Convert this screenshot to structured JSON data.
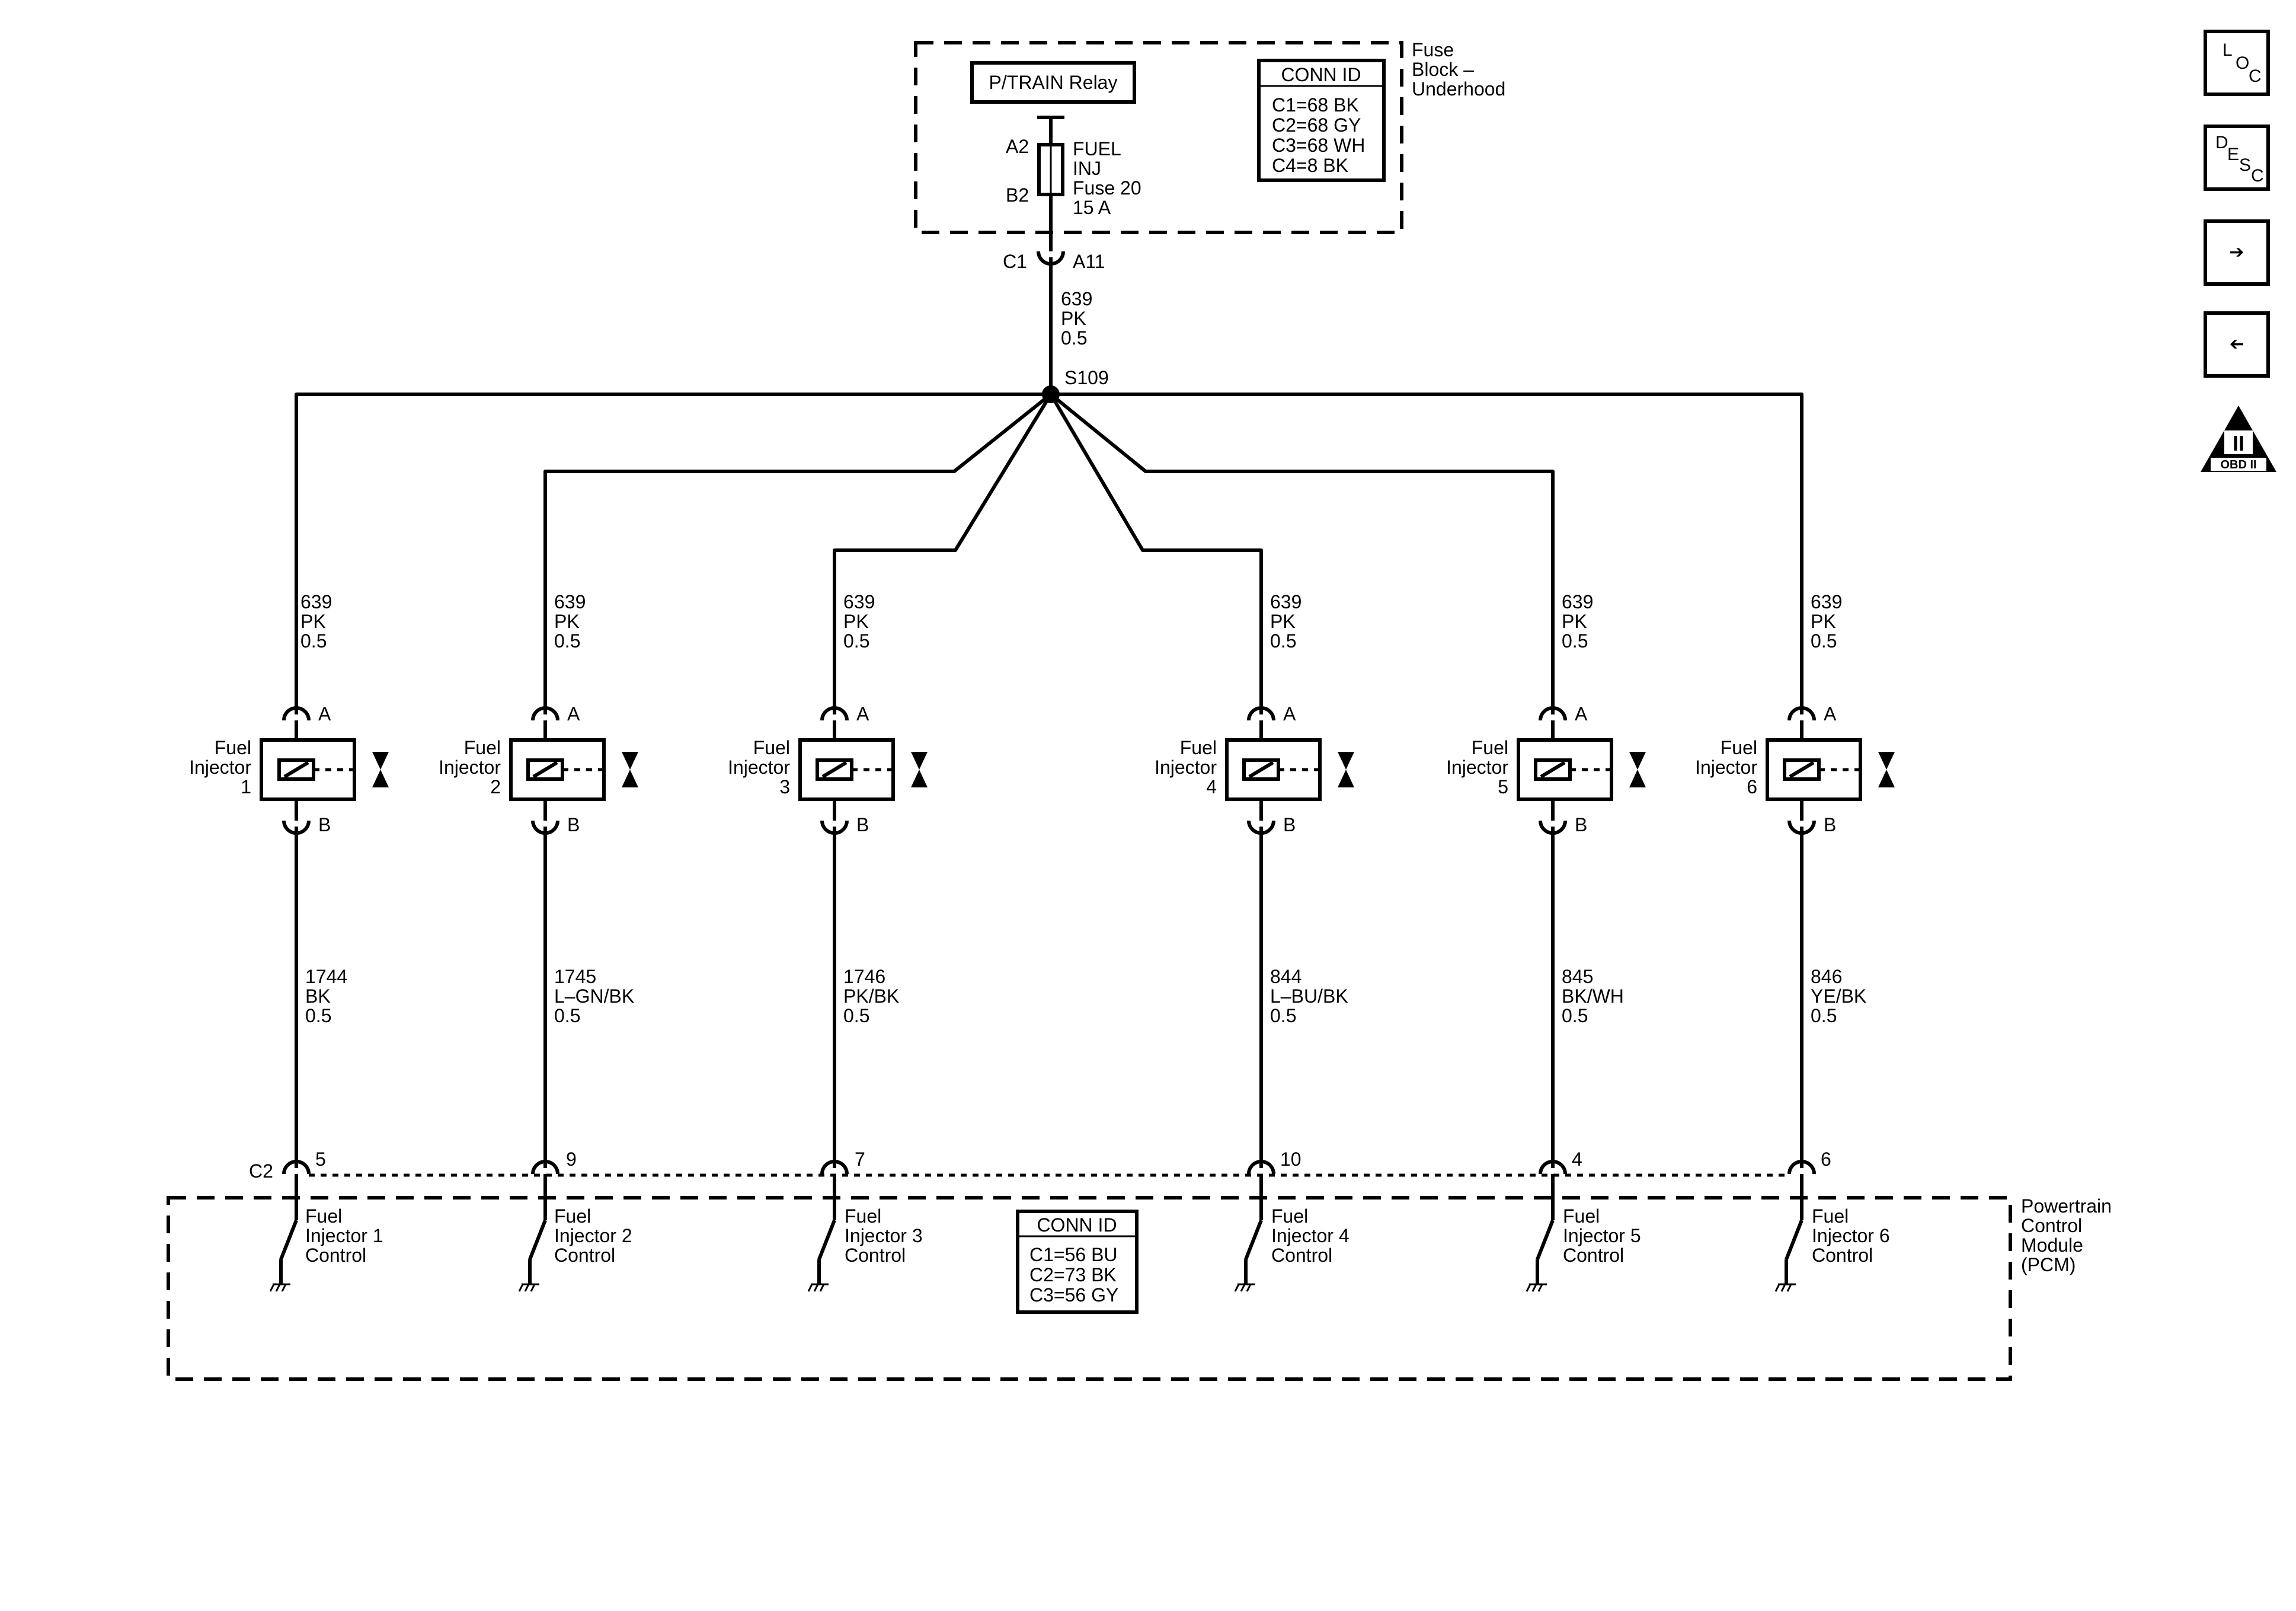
{
  "fuse_block": {
    "label": [
      "Fuse",
      "Block –",
      "Underhood"
    ],
    "relay": "P/TRAIN Relay",
    "fuse_top_terminal": "A2",
    "fuse_bottom_terminal": "B2",
    "fuse_label": [
      "FUEL",
      "INJ",
      "Fuse 20",
      "15 A"
    ],
    "conn_id_title": "CONN ID",
    "conn_ids": [
      "C1=68 BK",
      "C2=68 GY",
      "C3=68 WH",
      "C4=8 BK"
    ],
    "connector": "C1",
    "pin": "A11"
  },
  "feed_wire": [
    "639",
    "PK",
    "0.5"
  ],
  "splice": "S109",
  "injectors": [
    {
      "name": [
        "Fuel",
        "Injector",
        "1"
      ],
      "pin_a": "A",
      "pin_b": "B",
      "supply_wire": [
        "639",
        "PK",
        "0.5"
      ],
      "control_wire": [
        "1744",
        "BK",
        "0.5"
      ],
      "pcm_pin": "5",
      "pcm_label": [
        "Fuel",
        "Injector 1",
        "Control"
      ]
    },
    {
      "name": [
        "Fuel",
        "Injector",
        "2"
      ],
      "pin_a": "A",
      "pin_b": "B",
      "supply_wire": [
        "639",
        "PK",
        "0.5"
      ],
      "control_wire": [
        "1745",
        "L–GN/BK",
        "0.5"
      ],
      "pcm_pin": "9",
      "pcm_label": [
        "Fuel",
        "Injector 2",
        "Control"
      ]
    },
    {
      "name": [
        "Fuel",
        "Injector",
        "3"
      ],
      "pin_a": "A",
      "pin_b": "B",
      "supply_wire": [
        "639",
        "PK",
        "0.5"
      ],
      "control_wire": [
        "1746",
        "PK/BK",
        "0.5"
      ],
      "pcm_pin": "7",
      "pcm_label": [
        "Fuel",
        "Injector 3",
        "Control"
      ]
    },
    {
      "name": [
        "Fuel",
        "Injector",
        "4"
      ],
      "pin_a": "A",
      "pin_b": "B",
      "supply_wire": [
        "639",
        "PK",
        "0.5"
      ],
      "control_wire": [
        "844",
        "L–BU/BK",
        "0.5"
      ],
      "pcm_pin": "10",
      "pcm_label": [
        "Fuel",
        "Injector 4",
        "Control"
      ]
    },
    {
      "name": [
        "Fuel",
        "Injector",
        "5"
      ],
      "pin_a": "A",
      "pin_b": "B",
      "supply_wire": [
        "639",
        "PK",
        "0.5"
      ],
      "control_wire": [
        "845",
        "BK/WH",
        "0.5"
      ],
      "pcm_pin": "4",
      "pcm_label": [
        "Fuel",
        "Injector 5",
        "Control"
      ]
    },
    {
      "name": [
        "Fuel",
        "Injector",
        "6"
      ],
      "pin_a": "A",
      "pin_b": "B",
      "supply_wire": [
        "639",
        "PK",
        "0.5"
      ],
      "control_wire": [
        "846",
        "YE/BK",
        "0.5"
      ],
      "pcm_pin": "6",
      "pcm_label": [
        "Fuel",
        "Injector 6",
        "Control"
      ]
    }
  ],
  "pcm": {
    "connector": "C2",
    "label": [
      "Powertrain",
      "Control",
      "Module",
      "(PCM)"
    ],
    "conn_id_title": "CONN ID",
    "conn_ids": [
      "C1=56 BU",
      "C2=73 BK",
      "C3=56 GY"
    ]
  },
  "nav": {
    "loc_letters": [
      "L",
      "O",
      "C"
    ],
    "desc_letters": [
      "D",
      "E",
      "S",
      "C"
    ],
    "next_icon": "right-arrow-icon",
    "prev_icon": "left-arrow-icon",
    "obd_numeral": "II",
    "obd_label": "OBD II"
  }
}
